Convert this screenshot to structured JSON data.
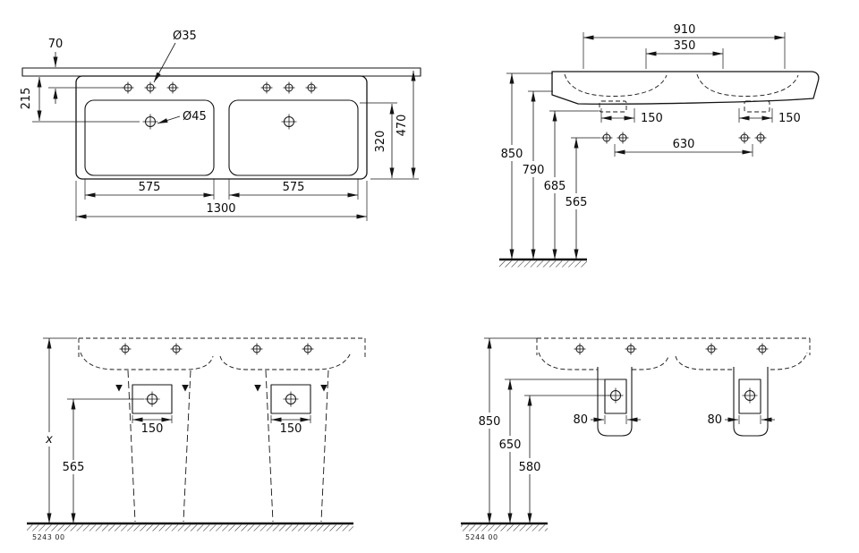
{
  "colors": {
    "ink": "#141414",
    "background": "#ffffff"
  },
  "views": {
    "plan": {
      "dim_70": "70",
      "dim_hole_small": "Ø35",
      "dim_215": "215",
      "dim_hole_large": "Ø45",
      "dim_575_left": "575",
      "dim_575_right": "575",
      "dim_1300": "1300",
      "dim_320": "320",
      "dim_470": "470"
    },
    "side": {
      "dim_910": "910",
      "dim_350": "350",
      "dim_150_left": "150",
      "dim_150_right": "150",
      "dim_630": "630",
      "dim_850": "850",
      "dim_790": "790",
      "dim_685": "685",
      "dim_565": "565"
    },
    "front_pedestal": {
      "dim_x": "x",
      "dim_565": "565",
      "dim_150_left": "150",
      "dim_150_right": "150",
      "model": "5243 00"
    },
    "front_siphon": {
      "dim_850": "850",
      "dim_650": "650",
      "dim_580": "580",
      "dim_80_left": "80",
      "dim_80_right": "80",
      "model": "5244 00"
    }
  }
}
